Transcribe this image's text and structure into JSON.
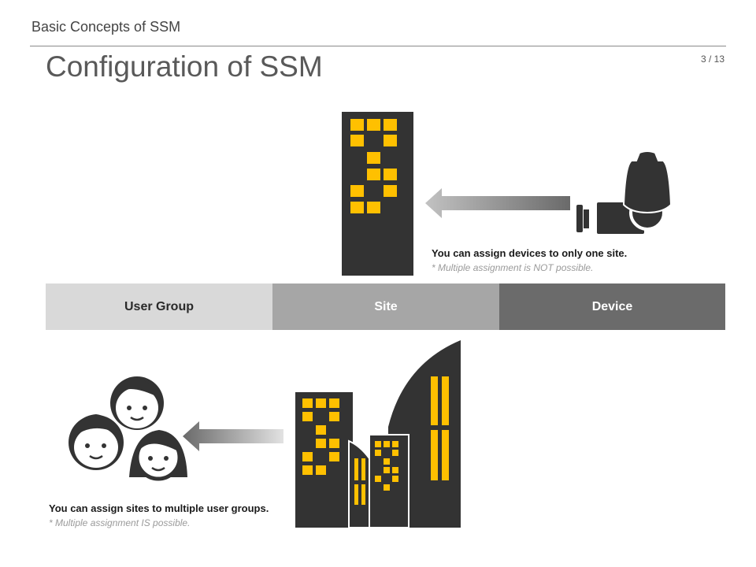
{
  "header": {
    "section_title": "Basic Concepts of SSM",
    "page_title": "Configuration of SSM",
    "page_number": "3 / 13"
  },
  "diagram": {
    "top_note": {
      "main": "You can assign devices to only one site.",
      "sub": "* Multiple assignment is NOT possible."
    },
    "bottom_note": {
      "main": "You can assign sites to multiple user groups.",
      "sub": "* Multiple assignment IS possible."
    },
    "bands": {
      "user_group": "User Group",
      "site": "Site",
      "device": "Device"
    }
  },
  "colors": {
    "building": "#333333",
    "window": "#ffc000",
    "band_user_group": "#d9d9d9",
    "band_site": "#a6a6a6",
    "band_device": "#6b6b6b"
  },
  "icons": [
    "building-icon",
    "device-icon",
    "arrow-icon",
    "city-icon",
    "user-group-icon"
  ]
}
